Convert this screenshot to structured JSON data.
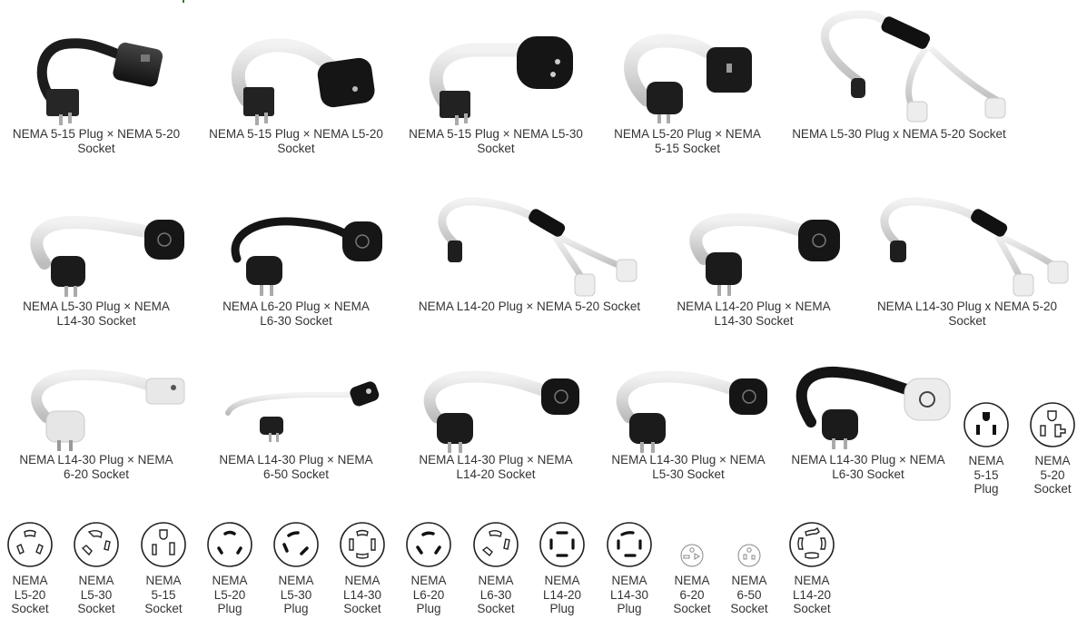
{
  "header": {
    "accent_color": "#2e7d32"
  },
  "products": [
    {
      "label": "NEMA 5-15 Plug × NEMA 5-20 Socket",
      "cable": "black",
      "type": "straight",
      "socket": "black"
    },
    {
      "label": "NEMA 5-15 Plug × NEMA L5-20 Socket",
      "cable": "white",
      "type": "straight",
      "socket": "black"
    },
    {
      "label": "NEMA 5-15 Plug × NEMA L5-30 Socket",
      "cable": "white",
      "type": "straight",
      "socket": "black"
    },
    {
      "label": "NEMA L5-20 Plug × NEMA 5-15 Socket",
      "cable": "white",
      "type": "straight",
      "socket": "black"
    },
    {
      "label": "NEMA L5-30 Plug x NEMA 5-20 Socket",
      "cable": "white",
      "type": "y-split",
      "socket": "clear"
    },
    {
      "label": "NEMA L5-30 Plug × NEMA L14-30 Socket",
      "cable": "white",
      "type": "straight",
      "socket": "black"
    },
    {
      "label": "NEMA L6-20 Plug × NEMA L6-30 Socket",
      "cable": "black",
      "type": "straight",
      "socket": "black"
    },
    {
      "label": "NEMA L14-20 Plug × NEMA 5-20 Socket",
      "cable": "white",
      "type": "y-split",
      "socket": "clear"
    },
    {
      "label": "NEMA L14-20 Plug × NEMA L14-30 Socket",
      "cable": "white",
      "type": "straight",
      "socket": "black"
    },
    {
      "label": "NEMA L14-30 Plug x NEMA 5-20 Socket",
      "cable": "white",
      "type": "y-split",
      "socket": "clear"
    },
    {
      "label": "NEMA L14-30 Plug × NEMA 6-20 Socket",
      "cable": "white",
      "type": "straight",
      "socket": "white"
    },
    {
      "label": "NEMA L14-30 Plug × NEMA 6-50 Socket",
      "cable": "white",
      "type": "angled",
      "socket": "black"
    },
    {
      "label": "NEMA L14-30 Plug × NEMA L14-20 Socket",
      "cable": "white",
      "type": "straight",
      "socket": "black"
    },
    {
      "label": "NEMA L14-30 Plug × NEMA L5-30 Socket",
      "cable": "white",
      "type": "straight",
      "socket": "black"
    },
    {
      "label": "NEMA L14-30 Plug × NEMA L6-30 Socket",
      "cable": "black",
      "type": "straight",
      "socket": "white"
    }
  ],
  "connectors": [
    {
      "l1": "NEMA",
      "l2": "5-15",
      "l3": "Plug",
      "icon": "nema-5-15-plug"
    },
    {
      "l1": "NEMA",
      "l2": "5-20",
      "l3": "Socket",
      "icon": "nema-5-20-socket"
    },
    {
      "l1": "NEMA",
      "l2": "L5-20",
      "l3": "Socket",
      "icon": "nema-l5-20-socket"
    },
    {
      "l1": "NEMA",
      "l2": "L5-30",
      "l3": "Socket",
      "icon": "nema-l5-30-socket"
    },
    {
      "l1": "NEMA",
      "l2": "5-15",
      "l3": "Socket",
      "icon": "nema-5-15-socket"
    },
    {
      "l1": "NEMA",
      "l2": "L5-20",
      "l3": "Plug",
      "icon": "nema-l5-20-plug"
    },
    {
      "l1": "NEMA",
      "l2": "L5-30",
      "l3": "Plug",
      "icon": "nema-l5-30-plug"
    },
    {
      "l1": "NEMA",
      "l2": "L14-30",
      "l3": "Socket",
      "icon": "nema-l14-30-socket"
    },
    {
      "l1": "NEMA",
      "l2": "L6-20",
      "l3": "Plug",
      "icon": "nema-l6-20-plug"
    },
    {
      "l1": "NEMA",
      "l2": "L6-30",
      "l3": "Socket",
      "icon": "nema-l6-30-socket"
    },
    {
      "l1": "NEMA",
      "l2": "L14-20",
      "l3": "Plug",
      "icon": "nema-l14-20-plug"
    },
    {
      "l1": "NEMA",
      "l2": "L14-30",
      "l3": "Plug",
      "icon": "nema-l14-30-plug"
    },
    {
      "l1": "NEMA",
      "l2": "6-20",
      "l3": "Socket",
      "icon": "nema-6-20-socket"
    },
    {
      "l1": "NEMA",
      "l2": "6-50",
      "l3": "Socket",
      "icon": "nema-6-50-socket"
    },
    {
      "l1": "NEMA",
      "l2": "L14-20",
      "l3": "Socket",
      "icon": "nema-l14-20-socket"
    }
  ]
}
